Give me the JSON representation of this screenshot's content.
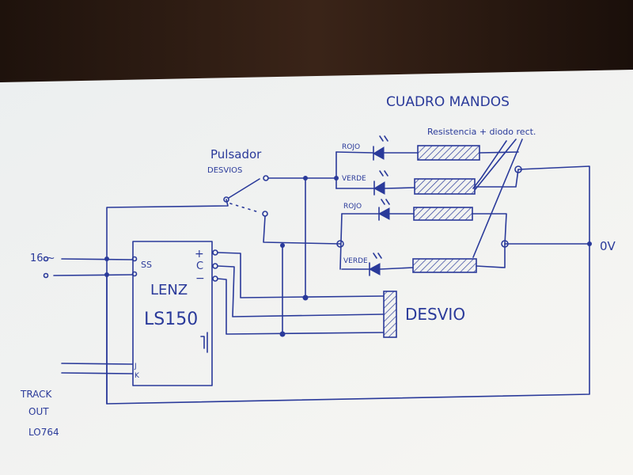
{
  "title": "CUADRO MANDOS",
  "pushbutton": {
    "label": "Pulsador",
    "sublabel": "DESVIOS"
  },
  "resistor_note": "Resistencia + diodo rect.",
  "leds": [
    {
      "label": "ROJO"
    },
    {
      "label": "VERDE"
    },
    {
      "label": "ROJO"
    },
    {
      "label": "VERDE"
    }
  ],
  "decoder": {
    "name_line1": "LENZ",
    "name_line2": "LS150",
    "pin_ss": "SS",
    "pin_plus": "+",
    "pin_c": "C",
    "pin_minus": "−",
    "pin_j": "J",
    "pin_k": "K"
  },
  "supply_label": "16 ~",
  "zero_volt_label": "0V",
  "turnout_label": "DESVIO",
  "track_out": {
    "line1": "TRACK",
    "line2": "OUT",
    "line3": "LO764"
  },
  "colors": {
    "ink": "#2a3a9a",
    "paper": "#f3f3f1",
    "wood": "#2a1a12"
  }
}
